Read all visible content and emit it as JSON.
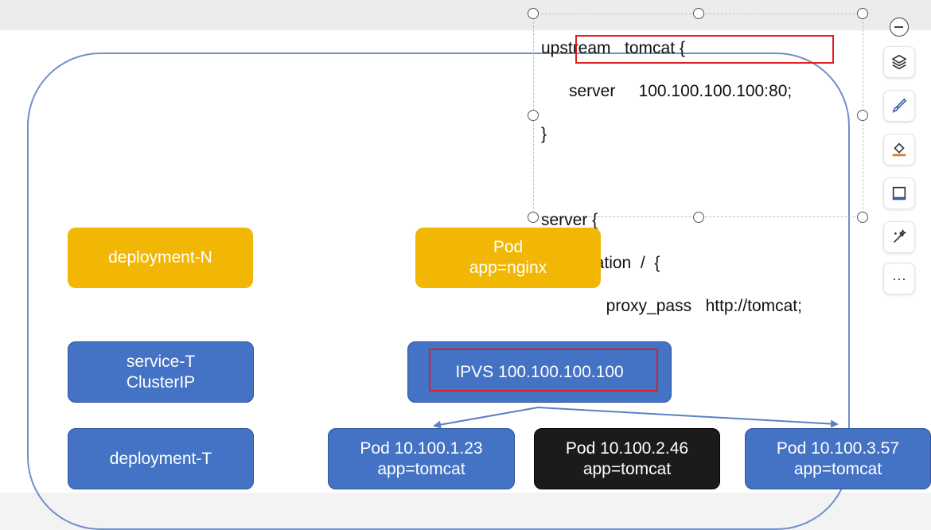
{
  "code": {
    "lines": [
      "upstream   tomcat {",
      "      server     100.100.100.100:80;",
      "}",
      "",
      "server {",
      "       location  /  {",
      "              proxy_pass   http://tomcat;",
      "       }",
      "}"
    ]
  },
  "nodes": {
    "deployment_n": "deployment-N",
    "pod_nginx_title": "Pod",
    "pod_nginx_label": "app=nginx",
    "service_t_line1": "service-T",
    "service_t_line2": "ClusterIP",
    "ipvs": "IPVS  100.100.100.100",
    "deployment_t": "deployment-T",
    "pod1_title": "Pod  10.100.1.23",
    "pod1_label": "app=tomcat",
    "pod2_title": "Pod  10.100.2.46",
    "pod2_label": "app=tomcat",
    "pod3_title": "Pod  10.100.3.57",
    "pod3_label": "app=tomcat"
  },
  "toolbar": {
    "items": [
      "minus-icon",
      "layers-icon",
      "brush-icon",
      "fill-icon",
      "frame-icon",
      "magic-icon",
      "more-icon"
    ],
    "more_label": "···"
  },
  "colors": {
    "yellow": "#f2b705",
    "blue": "#4472c4",
    "black": "#1b1b1b",
    "highlight": "#e02020",
    "arrow": "#5b80c4"
  }
}
